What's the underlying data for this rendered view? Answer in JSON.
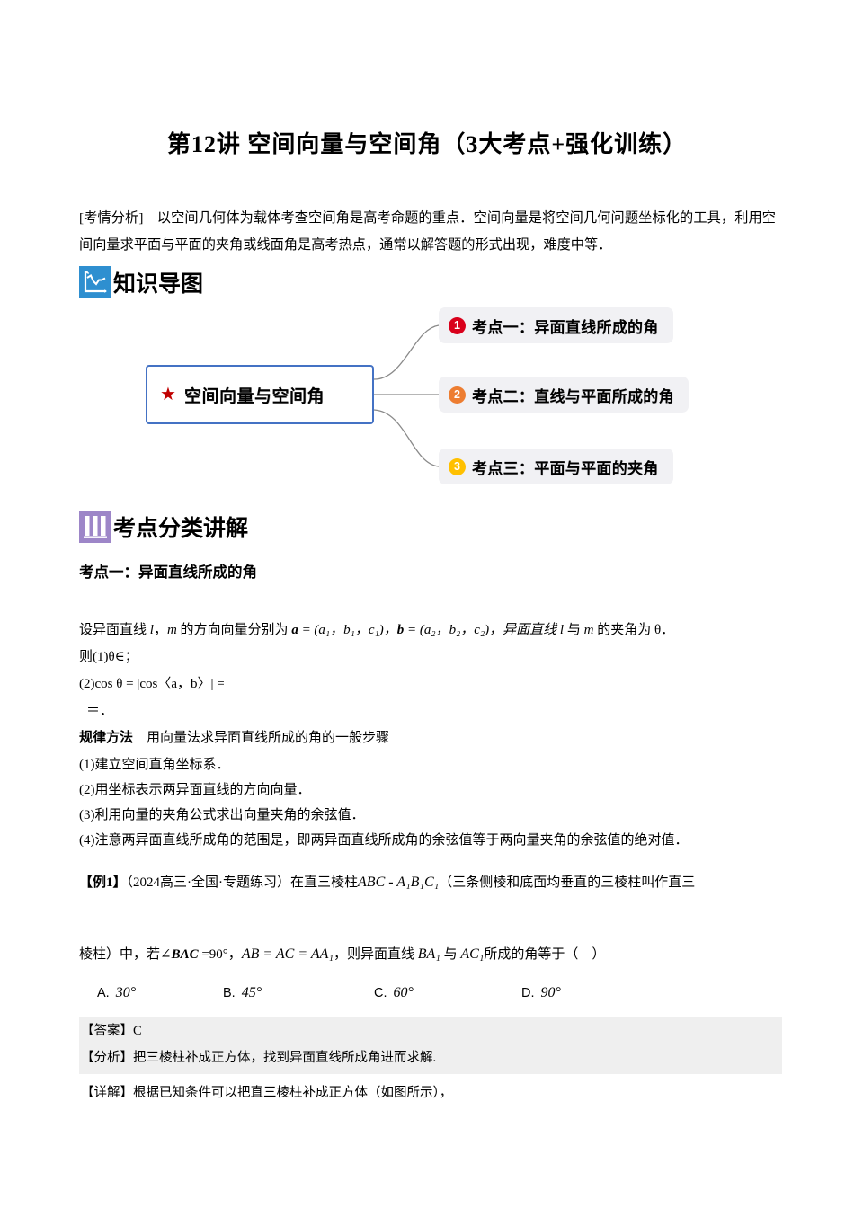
{
  "document": {
    "title": "第12讲  空间向量与空间角（3大考点+强化训练）",
    "intro": "[考情分析]　以空间几何体为载体考查空间角是高考命题的重点．空间向量是将空间几何问题坐标化的工具，利用空间向量求平面与平面的夹角或线面角是高考热点，通常以解答题的形式出现，难度中等．"
  },
  "sections": {
    "knowledge_map": {
      "label": "知识导图",
      "icon": "line-chart-icon",
      "icon_color": "#2e8fd0"
    },
    "classified_explanation": {
      "label": "考点分类讲解",
      "icon": "bar-chart-icon",
      "icon_color": "#9d86c8"
    }
  },
  "mindmap": {
    "root": {
      "label": "空间向量与空间角",
      "marker": "star-icon",
      "marker_color": "#c00000",
      "border_color": "#4472c4"
    },
    "nodes": [
      {
        "number": "1",
        "label": "考点一：异面直线所成的角",
        "badge_color": "#d9001b"
      },
      {
        "number": "2",
        "label": "考点二：直线与平面所成的角",
        "badge_color": "#ed7d31"
      },
      {
        "number": "3",
        "label": "考点三：平面与平面的夹角",
        "badge_color": "#ffc000"
      }
    ]
  },
  "kaodian1": {
    "heading": "考点一：异面直线所成的角",
    "def_prefix": "设异面直线 ",
    "def_l": "l",
    "def_mid1": "，",
    "def_m": "m",
    "def_mid2": " 的方向向量分别为 ",
    "vec_a": "a",
    "vec_a_coords": " = (a₁，b₁，c₁)，",
    "vec_b": "b",
    "vec_b_coords": " = (a₂，b₂，c₂)，异面直线 ",
    "def_tail": " 与 ",
    "def_end": " 的夹角为 θ．",
    "line2": "则(1)θ∈；",
    "line3": "(2)cos θ = |cos〈a，b〉| =",
    "line4": "＝．",
    "method_title": "规律方法",
    "method_subtitle": "　用向量法求异面直线所成的角的一般步骤",
    "steps": [
      "(1)建立空间直角坐标系．",
      "(2)用坐标表示两异面直线的方向向量．",
      "(3)利用向量的夹角公式求出向量夹角的余弦值．",
      "(4)注意两异面直线所成角的范围是，即两异面直线所成角的余弦值等于两向量夹角的余弦值的绝对值．"
    ]
  },
  "example": {
    "tag": "【例1】",
    "source": "（2024高三·全国·专题练习）",
    "stem_part1": "在直三棱柱",
    "prism": "ABC - A₁B₁C₁",
    "stem_part2": "（三条侧棱和底面均垂直的三棱柱叫作直三",
    "line2_part1": "棱柱）中，若∠",
    "angle_name": "BAC",
    "line2_part2": " =90°，",
    "equal_cond": "AB = AC = AA₁",
    "line2_part3": "，则异面直线 ",
    "line_ba1": "BA₁",
    "line2_part4": " 与 ",
    "line_ac1": "AC₁",
    "line2_part5": "所成的角等于（　）",
    "options": [
      {
        "label": "A.",
        "value": "30°"
      },
      {
        "label": "B.",
        "value": "45°"
      },
      {
        "label": "C.",
        "value": "60°"
      },
      {
        "label": "D.",
        "value": "90°"
      }
    ],
    "answer": "【答案】C",
    "analysis": "【分析】把三棱柱补成正方体，找到异面直线所成角进而求解.",
    "solution": "【详解】根据已知条件可以把直三棱柱补成正方体（如图所示），"
  }
}
